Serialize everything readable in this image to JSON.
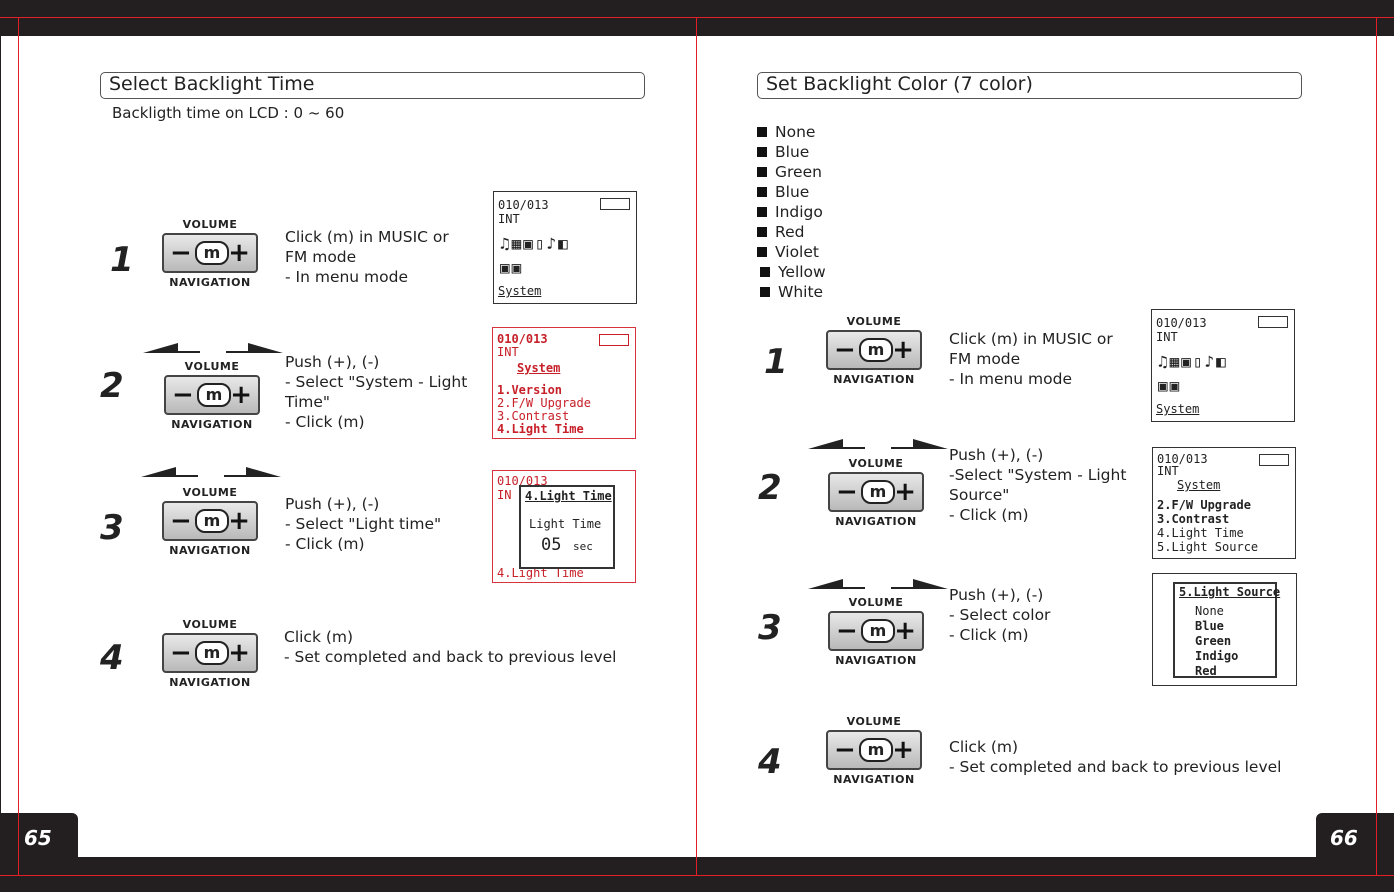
{
  "pages": {
    "left_number": "65",
    "right_number": "66"
  },
  "left": {
    "title": "Select Backlight Time",
    "subtitle": "Backligth time on LCD : 0 ~  60",
    "steps": [
      {
        "num": "1",
        "lines": [
          "Click (m) in MUSIC or",
          "FM mode",
          "- In menu mode"
        ]
      },
      {
        "num": "2",
        "lines": [
          "Push (+), (-)",
          "- Select \"System - Light",
          "Time\"",
          "- Click (m)"
        ]
      },
      {
        "num": "3",
        "lines": [
          "Push (+), (-)",
          "- Select \"Light time\"",
          "- Click (m)"
        ]
      },
      {
        "num": "4",
        "lines": [
          "Click (m)",
          "- Set completed and back to previous level"
        ]
      }
    ],
    "screens": {
      "s1": {
        "l1": "010/013",
        "l2": "INT",
        "icons": "♫▦▣▯♪◧",
        "icons2": "▣▣",
        "l4": "System"
      },
      "s2": {
        "l1": "010/013",
        "l2": "INT",
        "l3": "System",
        "l4": "1.Version",
        "l5": "2.F/W Upgrade",
        "l6": "3.Contrast",
        "l7": "4.Light Time"
      },
      "s3": {
        "l1": "010/013",
        "l2": "IN",
        "popup_title": "4.Light Time",
        "popup_label": "Light Time",
        "popup_value": "05",
        "popup_unit": "sec",
        "l_last": "4.Light Time"
      }
    }
  },
  "right": {
    "title": "Set Backlight Color (7 color)",
    "colors": [
      "None",
      "Blue",
      "Green",
      "Blue",
      "Indigo",
      "Red",
      "Violet",
      "Yellow",
      "White"
    ],
    "steps": [
      {
        "num": "1",
        "lines": [
          "Click (m) in MUSIC or",
          "FM mode",
          "- In menu mode"
        ]
      },
      {
        "num": "2",
        "lines": [
          "Push (+), (-)",
          "-Select \"System - Light",
          "Source\"",
          "- Click (m)"
        ]
      },
      {
        "num": "3",
        "lines": [
          "Push (+), (-)",
          "- Select color",
          "- Click (m)"
        ]
      },
      {
        "num": "4",
        "lines": [
          "Click (m)",
          "- Set completed and back to previous level"
        ]
      }
    ],
    "screens": {
      "s1": {
        "l1": "010/013",
        "l2": "INT",
        "icons": "♫▦▣▯♪◧",
        "icons2": "▣▣",
        "l4": "System"
      },
      "s2": {
        "l1": "010/013",
        "l2": "INT",
        "l3": "System",
        "l4": "2.F/W Upgrade",
        "l5": "3.Contrast",
        "l6": "4.Light Time",
        "l7": "5.Light Source"
      },
      "s3": {
        "popup_title": "5.Light Source",
        "opts": [
          "None",
          "Blue",
          "Green",
          "Indigo",
          "Red"
        ]
      }
    }
  },
  "nav": {
    "top_label": "VOLUME",
    "bottom_label": "NAVIGATION",
    "m_label": "m",
    "minus": "−",
    "plus": "+"
  }
}
